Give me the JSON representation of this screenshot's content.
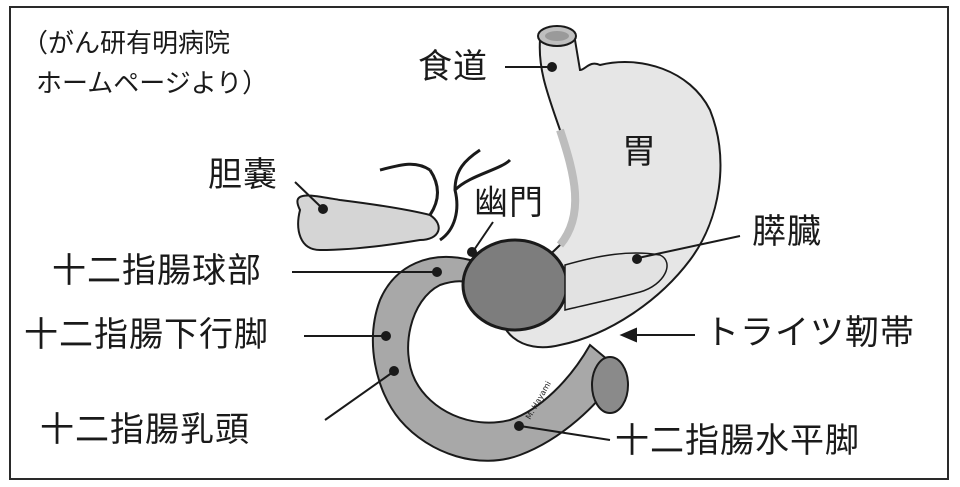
{
  "figure": {
    "credit_line1": "（がん研有明病院",
    "credit_line2": "ホームページより）",
    "artist_signature": "M. Hayami"
  },
  "labels": {
    "esophagus": "食道",
    "stomach": "胃",
    "gallbladder": "胆嚢",
    "pylorus": "幽門",
    "pancreas": "膵臓",
    "duodenal_bulb": "十二指腸球部",
    "descending_duodenum": "十二指腸下行脚",
    "ligament_of_treitz": "トライツ靭帯",
    "duodenal_papilla": "十二指腸乳頭",
    "horizontal_duodenum": "十二指腸水平脚"
  }
}
